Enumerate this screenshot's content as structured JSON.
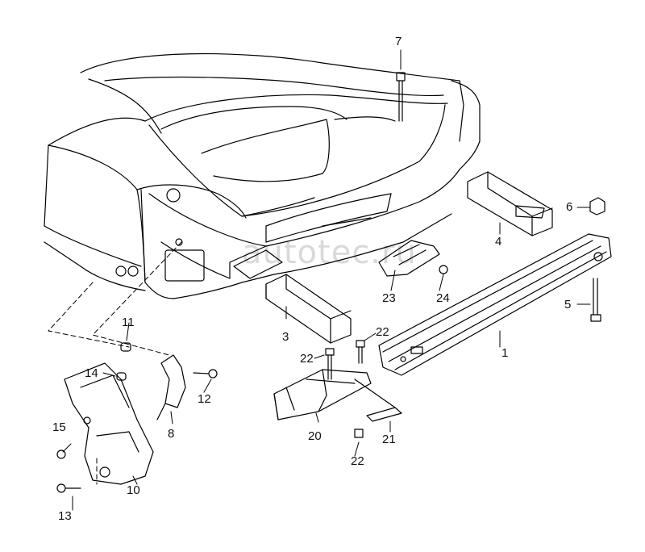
{
  "watermark": "autotec.ru",
  "colors": {
    "line": "#000000",
    "fill": "#ffffff",
    "watermark": "#d9d9d9"
  },
  "callouts": {
    "c1": "1",
    "c3": "3",
    "c4": "4",
    "c5": "5",
    "c6": "6",
    "c7": "7",
    "c8": "8",
    "c10": "10",
    "c11": "11",
    "c12": "12",
    "c13": "13",
    "c14": "14",
    "c15": "15",
    "c20": "20",
    "c21": "21",
    "c22a": "22",
    "c22b": "22",
    "c22c": "22",
    "c23": "23",
    "c24": "24"
  }
}
